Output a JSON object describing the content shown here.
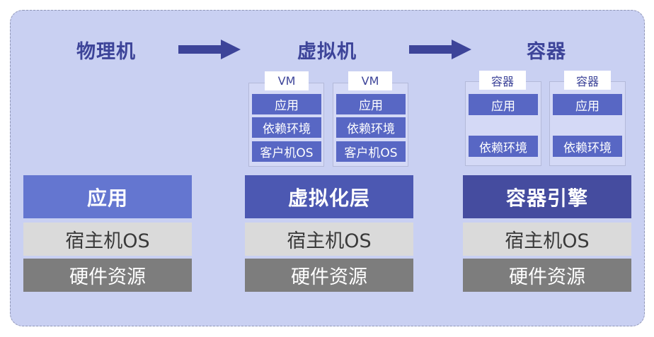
{
  "headers": {
    "physical": "物理机",
    "virtual": "虚拟机",
    "container": "容器"
  },
  "vm": {
    "tag": "VM",
    "app": "应用",
    "deps": "依赖环境",
    "guest_os": "客户机OS"
  },
  "ct": {
    "tag": "容器",
    "app": "应用",
    "deps": "依赖环境"
  },
  "columns": {
    "physical_top": "应用",
    "virtual_top": "虚拟化层",
    "container_top": "容器引擎",
    "host_os": "宿主机OS",
    "hardware": "硬件资源"
  },
  "colors": {
    "background": "#c9d0f2",
    "arrow": "#3d4499",
    "app_layer": "#6476d0",
    "hypervisor_layer": "#4c58b2",
    "engine_layer": "#454c9f",
    "host_os": "#dadada",
    "hardware": "#7d7d7d"
  }
}
